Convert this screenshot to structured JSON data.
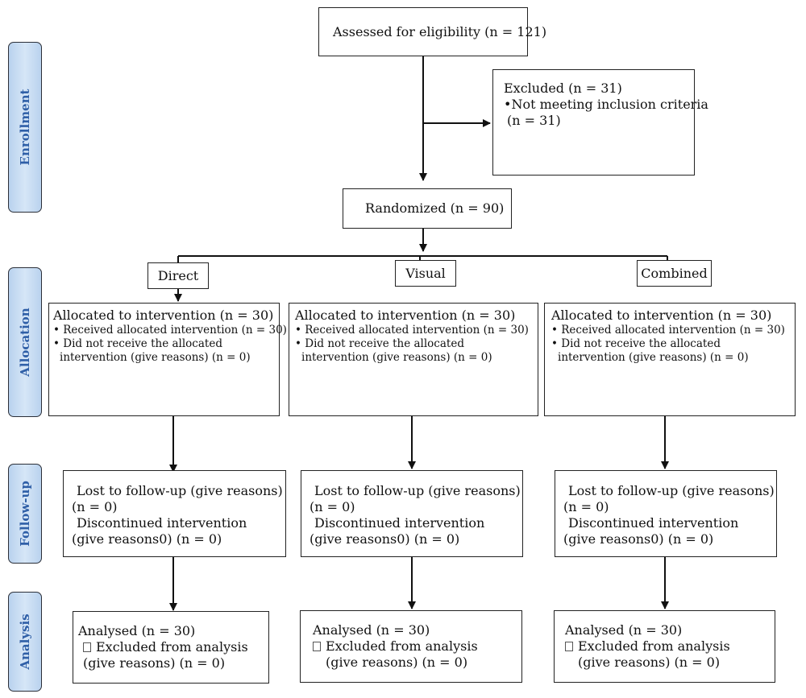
{
  "stages": {
    "enrollment": "Enrollment",
    "allocation": "Allocation",
    "followup": "Follow-up",
    "analysis": "Analysis"
  },
  "assessed": "Assessed for eligibility (n = 121)",
  "excluded": {
    "title": "Excluded (n = 31)",
    "reason": "•Not meeting inclusion criteria",
    "count": "(n = 31)"
  },
  "randomized": "Randomized (n = 90)",
  "arms": [
    {
      "name": "Direct",
      "allocation": {
        "title": "Allocated to intervention (n = 30)",
        "received": "• Received allocated intervention (n = 30)",
        "not_received_1": "• Did not receive the allocated",
        "not_received_2": "intervention (give reasons) (n = 0)"
      },
      "followup": {
        "lost": "Lost to follow-up (give reasons)",
        "lost_n": "(n = 0)",
        "discontinued": "Discontinued intervention",
        "discontinued_n": "(give reasons0) (n = 0)"
      },
      "analysis": {
        "analysed": "Analysed (n = 30)",
        "excluded": "Excluded from analysis",
        "excluded_n": "(give reasons) (n = 0)"
      }
    },
    {
      "name": "Visual",
      "allocation": {
        "title": "Allocated to intervention (n = 30)",
        "received": "• Received allocated intervention (n = 30)",
        "not_received_1": "• Did not receive the allocated",
        "not_received_2": "intervention (give reasons) (n = 0)"
      },
      "followup": {
        "lost": "Lost to follow-up (give reasons)",
        "lost_n": "(n = 0)",
        "discontinued": "Discontinued intervention",
        "discontinued_n": "(give reasons0) (n = 0)"
      },
      "analysis": {
        "analysed": "Analysed (n = 30)",
        "excluded": "Excluded from analysis",
        "excluded_n": "(give reasons) (n = 0)"
      }
    },
    {
      "name": "Combined",
      "allocation": {
        "title": "Allocated to intervention (n = 30)",
        "received": "• Received allocated intervention (n = 30)",
        "not_received_1": "• Did not receive the allocated",
        "not_received_2": "intervention (give reasons) (n = 0)"
      },
      "followup": {
        "lost": "Lost to follow-up (give reasons)",
        "lost_n": "(n = 0)",
        "discontinued": "Discontinued intervention",
        "discontinued_n": "(give reasons0) (n = 0)"
      },
      "analysis": {
        "analysed": "Analysed (n = 30)",
        "excluded": "Excluded from analysis",
        "excluded_n": "(give reasons) (n = 0)"
      }
    }
  ]
}
